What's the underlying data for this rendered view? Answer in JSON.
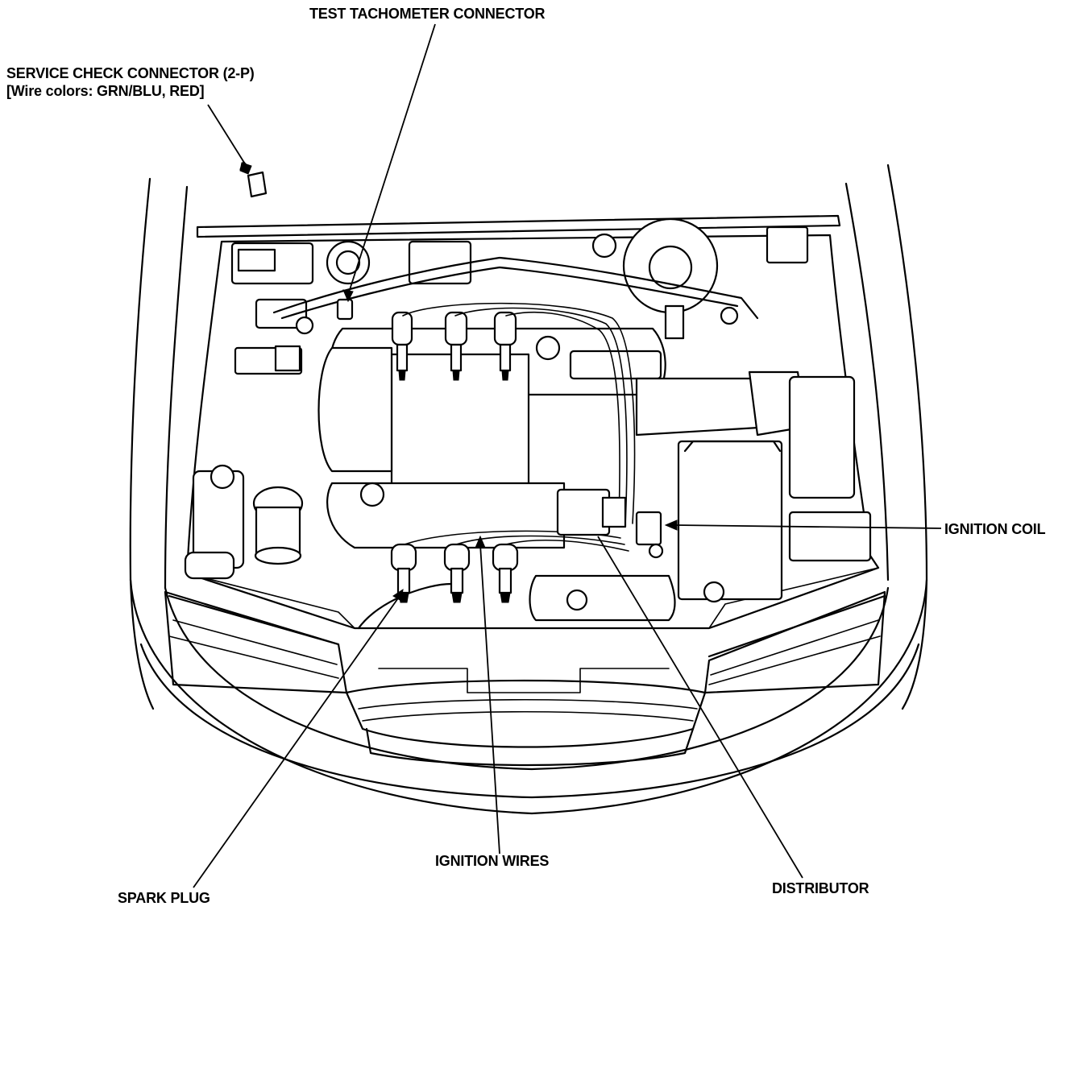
{
  "labels": {
    "service_check_connector": {
      "line1": "SERVICE CHECK CONNECTOR (2-P)",
      "line2": "[Wire colors: GRN/BLU, RED]"
    },
    "test_tachometer_connector": "TEST TACHOMETER CONNECTOR",
    "ignition_coil": "IGNITION COIL",
    "ignition_wires": "IGNITION WIRES",
    "spark_plug": "SPARK PLUG",
    "distributor": "DISTRIBUTOR"
  },
  "colors": {
    "ink": "#000000",
    "paper": "#ffffff"
  }
}
